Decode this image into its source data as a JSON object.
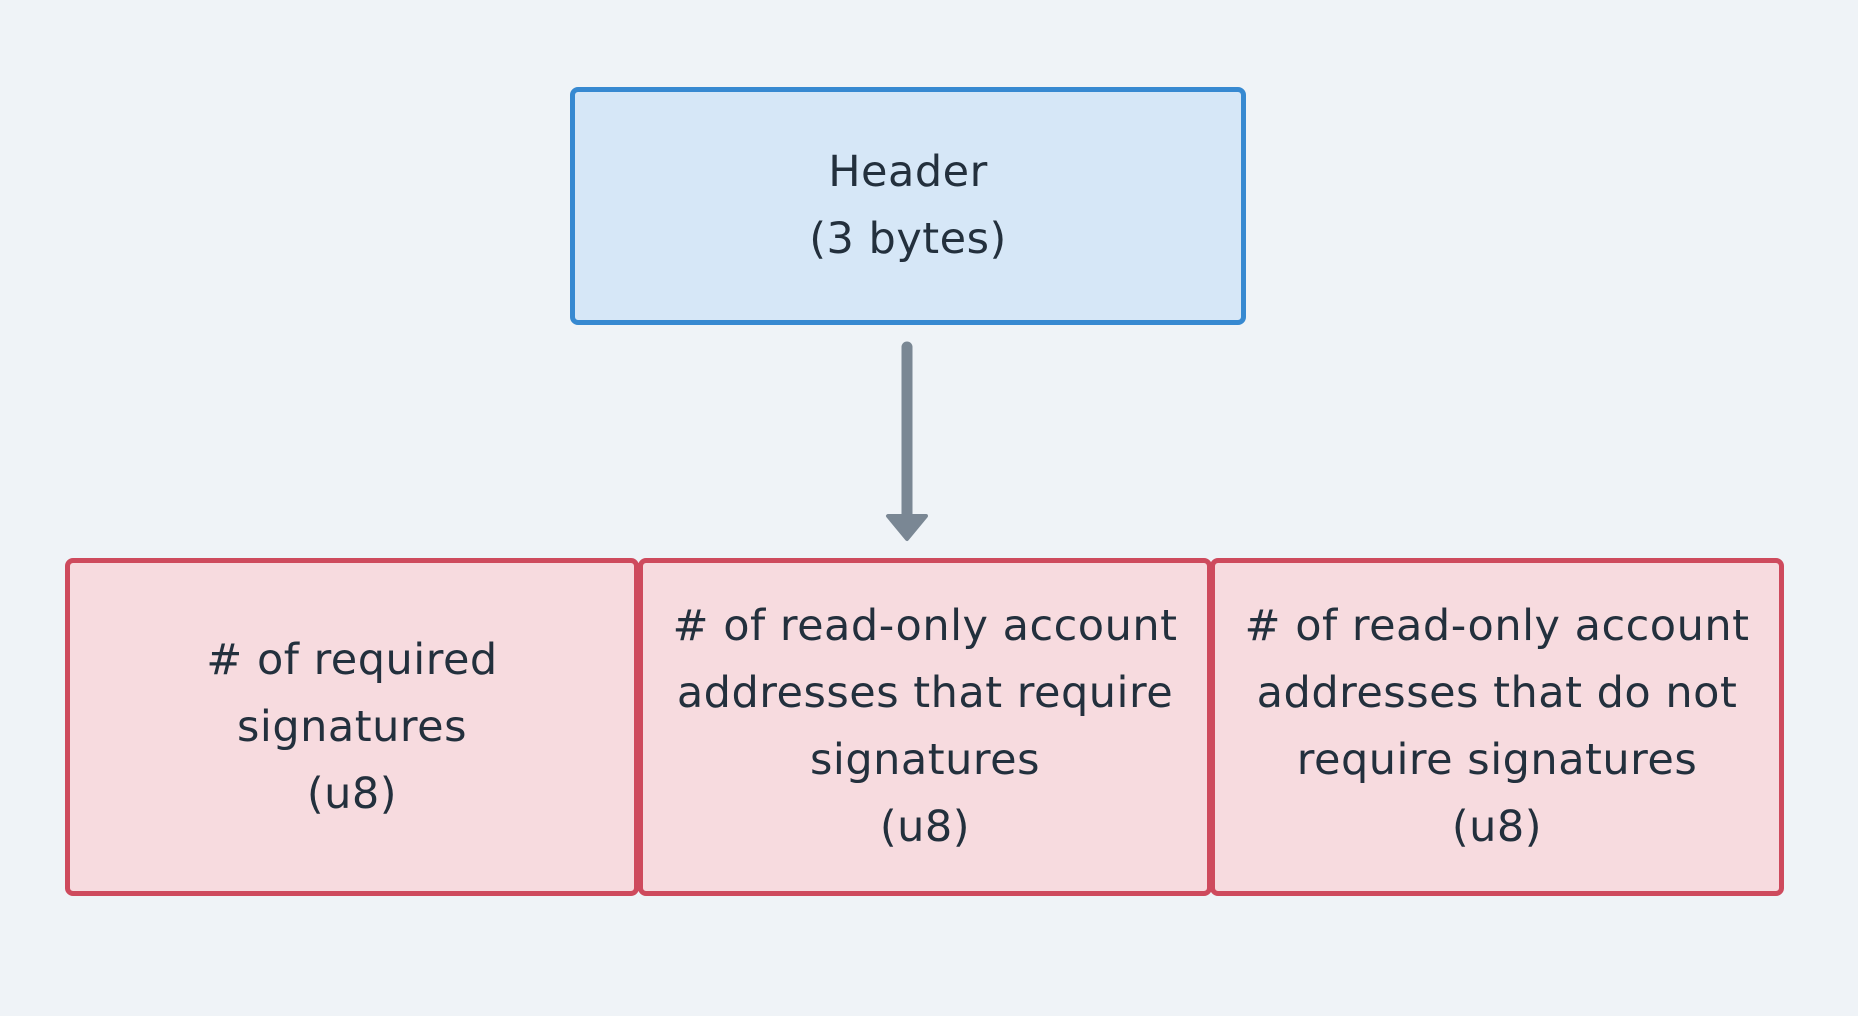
{
  "header": {
    "title": "Header",
    "subtitle": "(3 bytes)"
  },
  "fields": [
    {
      "lines": [
        "# of required",
        "signatures",
        "(u8)"
      ]
    },
    {
      "lines": [
        "# of read-only account",
        "addresses that require",
        "signatures",
        "(u8)"
      ]
    },
    {
      "lines": [
        "# of read-only account",
        "addresses that do not",
        "require signatures",
        "(u8)"
      ]
    }
  ],
  "colors": {
    "background": "#eff3f7",
    "header_fill": "#d6e7f7",
    "header_border": "#3789d1",
    "field_fill": "#f7dbdf",
    "field_border": "#ce4a5d",
    "arrow": "#7a8794",
    "text": "#23303d"
  }
}
